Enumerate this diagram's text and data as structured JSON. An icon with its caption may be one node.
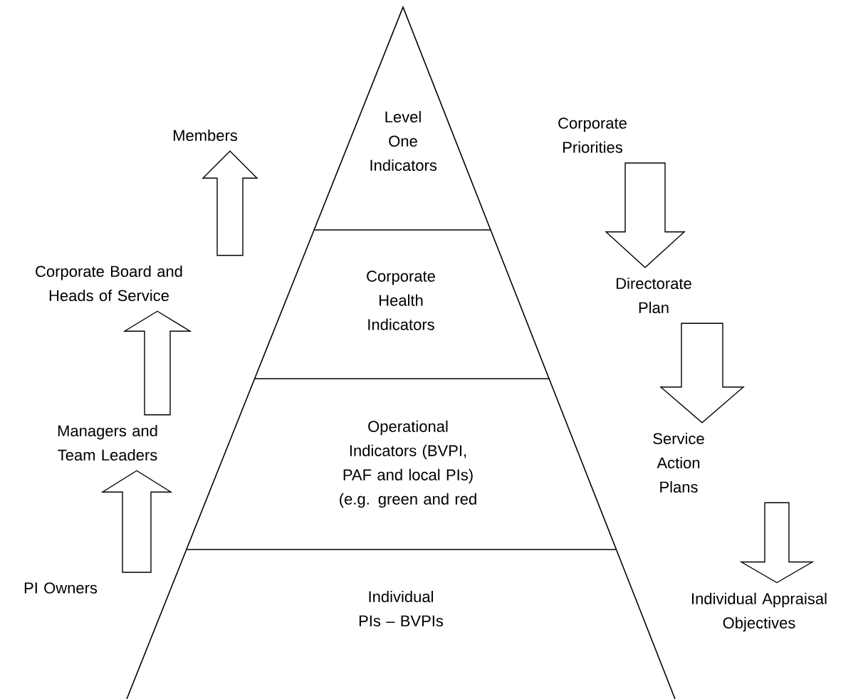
{
  "diagram": {
    "nodes": [
      {
        "text": [
          "Level One Indicators"
        ]
      },
      {
        "text": [
          "Corporate Health Indicators"
        ]
      },
      {
        "text": [
          "Operational Indicators (BVPI, PAF and local PIs) (e.g. green and red"
        ]
      },
      {
        "text": [
          "Individual PIs – BVPIs"
        ]
      },
      {
        "text": [
          "Members"
        ]
      },
      {
        "text": [
          "Corporate Board and Heads of Service"
        ]
      },
      {
        "text": [
          "Managers and Team Leaders"
        ]
      },
      {
        "text": [
          "PI Owners"
        ]
      },
      {
        "text": [
          "Corporate Priorities"
        ]
      },
      {
        "text": [
          "Directorate Plan"
        ]
      },
      {
        "text": [
          "Service Action Plans"
        ]
      },
      {
        "text": [
          "Individual Appraisal Objectives"
        ]
      }
    ],
    "edges": [
      {
        "from": 7,
        "to": 6,
        "arrow": "to"
      },
      {
        "from": 6,
        "to": 5,
        "arrow": "to"
      },
      {
        "from": 5,
        "to": 4,
        "arrow": "to"
      },
      {
        "from": 8,
        "to": 9,
        "arrow": "to"
      },
      {
        "from": 9,
        "to": 10,
        "arrow": "to"
      },
      {
        "from": 10,
        "to": 11,
        "arrow": "to"
      }
    ]
  }
}
